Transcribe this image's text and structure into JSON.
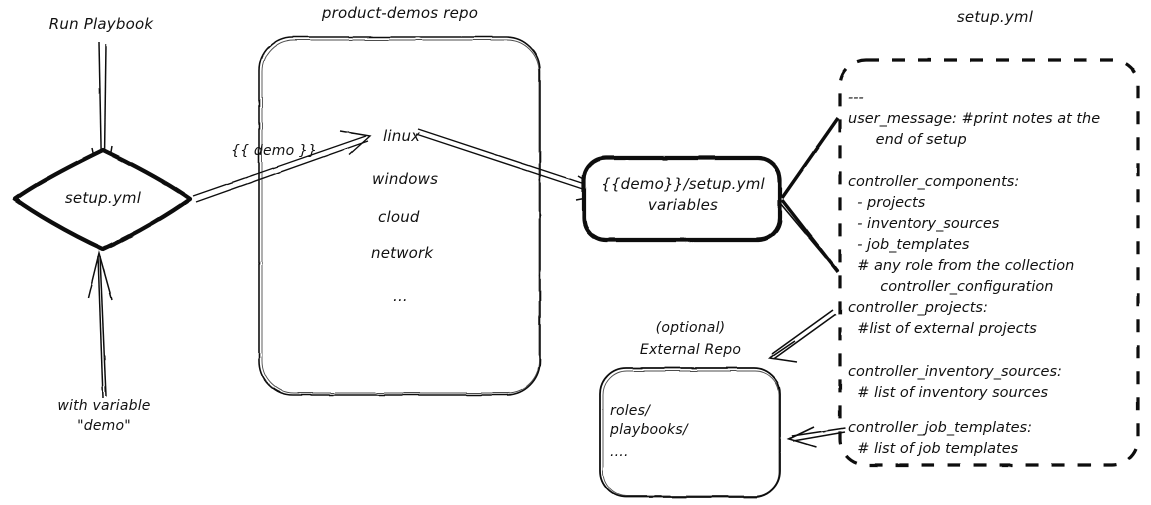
{
  "diagram": {
    "title": "Ansible product-demos setup.yml flow",
    "type": "flow-diagram",
    "stroke_color": "#111111",
    "background_color": "#ffffff"
  },
  "nodes": {
    "run_playbook_label": "Run Playbook",
    "setup_yml_diamond": "setup.yml",
    "with_variable_label_line1": "with variable",
    "with_variable_label_line2": "\"demo\"",
    "repo_title": "product-demos repo",
    "repo_items": [
      "linux",
      "windows",
      "cloud",
      "network",
      "..."
    ],
    "variables_box_line1": "{{demo}}/setup.yml",
    "variables_box_line2": "variables",
    "external_repo_title_line1": "(optional)",
    "external_repo_title_line2": "External Repo",
    "external_repo_items": [
      "roles/",
      "playbooks/",
      "...."
    ],
    "setup_yml_file_title": "setup.yml"
  },
  "edges": {
    "demo_label": "{{ demo }}"
  },
  "setup_yml_file": {
    "lines": [
      "---",
      "user_message: #print notes at the",
      "      end of setup",
      "",
      "controller_components:",
      "  - projects",
      "  - inventory_sources",
      "  - job_templates",
      "  # any role from the collection",
      "       controller_configuration",
      "",
      "controller_projects:",
      "  #list of external projects",
      "",
      "controller_inventory_sources:",
      "  # list of inventory sources",
      "",
      "controller_job_templates:",
      "  # list of job templates"
    ],
    "block_a": "---\nuser_message: #print notes at the\n      end of setup",
    "block_b": "controller_components:\n  - projects\n  - inventory_sources\n  - job_templates\n  # any role from the collection\n       controller_configuration",
    "block_c": "controller_projects:\n  #list of external projects",
    "block_d": "controller_inventory_sources:\n  # list of inventory sources",
    "block_e": "controller_job_templates:\n  # list of job templates"
  }
}
